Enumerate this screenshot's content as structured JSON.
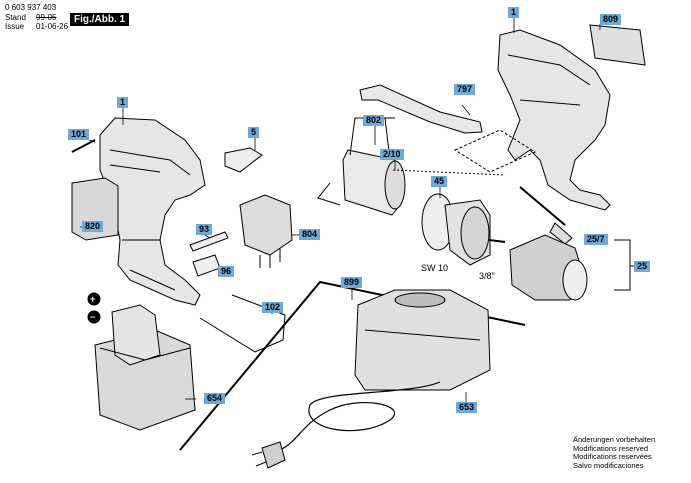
{
  "header": {
    "doc_number": "0 603 937 403",
    "stand_label": "Stand",
    "stand_value": "99-05",
    "issue_label": "Issue",
    "issue_value": "01-06-26",
    "figure_label": "Fig./Abb. 1"
  },
  "callouts": [
    "809",
    "1",
    "797",
    "802",
    "1",
    "101",
    "5",
    "2/10",
    "45",
    "820",
    "93",
    "804",
    "96",
    "25/7",
    "25",
    "899",
    "102",
    "654",
    "653"
  ],
  "part_labels": {
    "sw10": "SW 10",
    "thread": "3/8\"",
    "plus": "+",
    "minus": "−"
  },
  "notes": [
    "Änderungen vorbehalten",
    "Modifications reserved",
    "Modifications reservées",
    "Salvo modificaciones"
  ],
  "colors": {
    "callout_bg": "#6fa9d8",
    "line": "#000000",
    "shade": "#cfcfcf"
  }
}
